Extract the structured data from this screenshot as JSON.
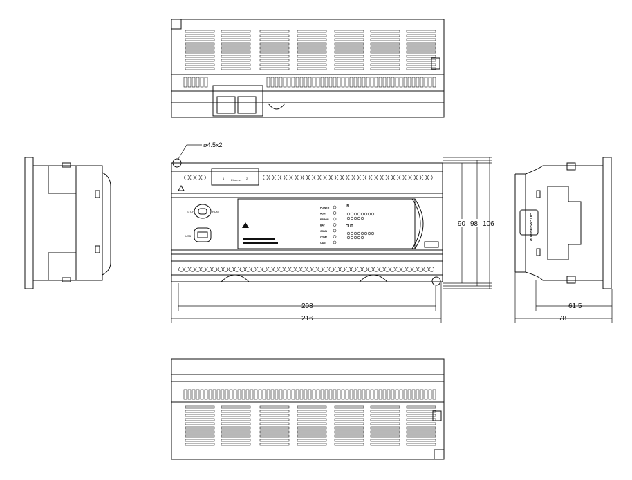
{
  "callout": {
    "hole": "ø4.5x2"
  },
  "dimensions": {
    "width_inner": "208",
    "width_outer": "216",
    "height_a": "90",
    "height_b": "98",
    "height_c": "106",
    "depth_inner": "61.5",
    "depth_outer": "78"
  },
  "front": {
    "ethernet": "Ethernet",
    "port1": "1",
    "port2": "2",
    "stop": "STOP",
    "run": "RUN",
    "usb": "USB",
    "status": [
      "POWER",
      "RUN",
      "ERROR",
      "BAT",
      "COM1",
      "COM2",
      "CAN"
    ],
    "in_label": "IN",
    "out_label": "OUT"
  },
  "side": {
    "extension_port": "EXTENSION PORT"
  }
}
